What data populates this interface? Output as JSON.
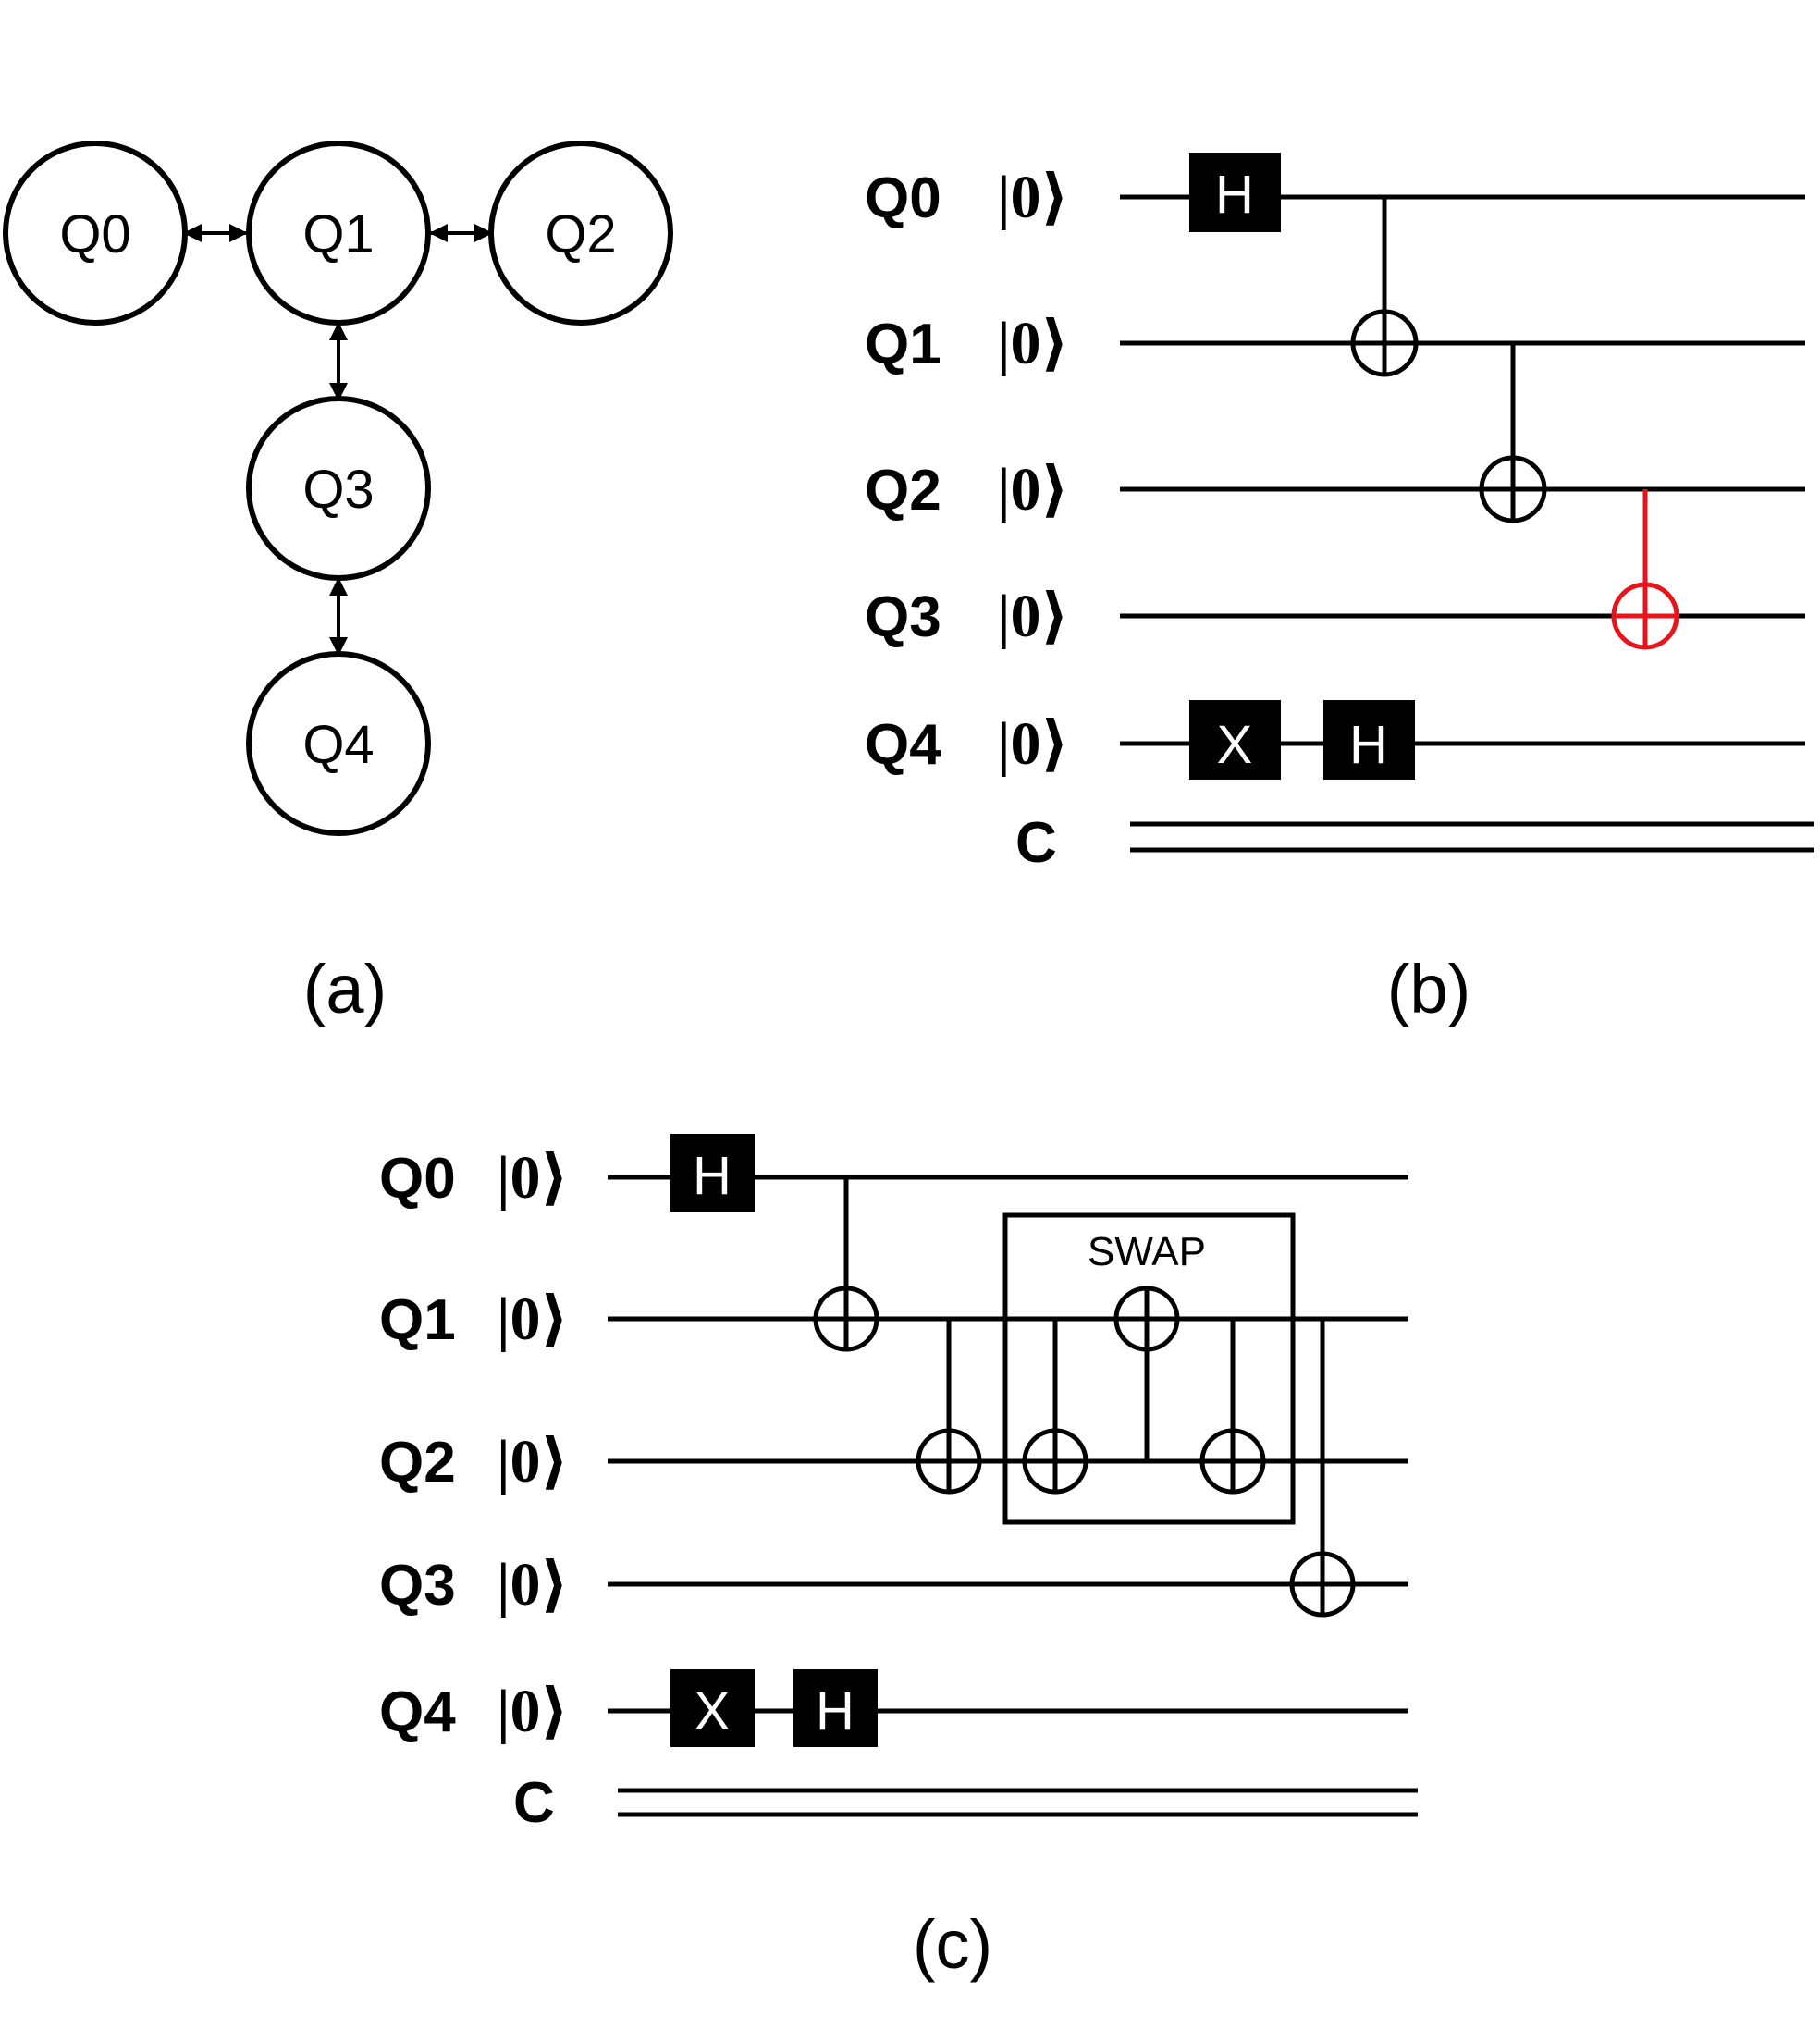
{
  "panel_a": {
    "label": "(a)",
    "nodes": [
      "Q0",
      "Q1",
      "Q2",
      "Q3",
      "Q4"
    ]
  },
  "panel_b": {
    "label": "(b)",
    "qubits": [
      {
        "name": "Q0",
        "state": "|0⟩"
      },
      {
        "name": "Q1",
        "state": "|0⟩"
      },
      {
        "name": "Q2",
        "state": "|0⟩"
      },
      {
        "name": "Q3",
        "state": "|0⟩"
      },
      {
        "name": "Q4",
        "state": "|0⟩"
      }
    ],
    "classical": "C",
    "gates": {
      "h_q0": "H",
      "x_q4": "X",
      "h_q4": "H"
    }
  },
  "panel_c": {
    "label": "(c)",
    "qubits": [
      {
        "name": "Q0",
        "state": "|0⟩"
      },
      {
        "name": "Q1",
        "state": "|0⟩"
      },
      {
        "name": "Q2",
        "state": "|0⟩"
      },
      {
        "name": "Q3",
        "state": "|0⟩"
      },
      {
        "name": "Q4",
        "state": "|0⟩"
      }
    ],
    "classical": "C",
    "swap_label": "SWAP",
    "gates": {
      "h_q0": "H",
      "x_q4": "X",
      "h_q4": "H"
    }
  },
  "colors": {
    "highlight": "#e8141b",
    "ink": "#000000"
  }
}
